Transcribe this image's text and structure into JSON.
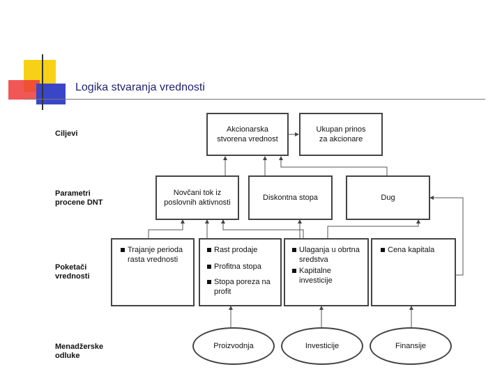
{
  "slide": {
    "title": "Logika stvaranja vrednosti"
  },
  "rows": {
    "goals": "Ciljevi",
    "params": "Parametri procene DNT",
    "drivers": "Poketači vrednosti",
    "decisions": "Menadžerske odluke"
  },
  "goals": {
    "shareholder_value": "Akcionarska stvorena vrednost",
    "total_return": "Ukupan prinos za akcionare"
  },
  "params": {
    "cash_flow": "Novčani tok iz poslovnih aktivnosti",
    "discount_rate": "Diskontna stopa",
    "debt": "Dug"
  },
  "drivers": {
    "growth": [
      "Trajanje perioda rasta vrednosti"
    ],
    "operating": [
      "Rast prodaje",
      "Profitna stopa",
      "Stopa poreza na profit"
    ],
    "investment": [
      "Ulaganja u obrtna sredstva",
      "Kapitalne investicije"
    ],
    "financing": [
      "Cena kapitala"
    ]
  },
  "decisions": {
    "production": "Proizvodnja",
    "investments": "Investicije",
    "financing": "Finansije"
  }
}
